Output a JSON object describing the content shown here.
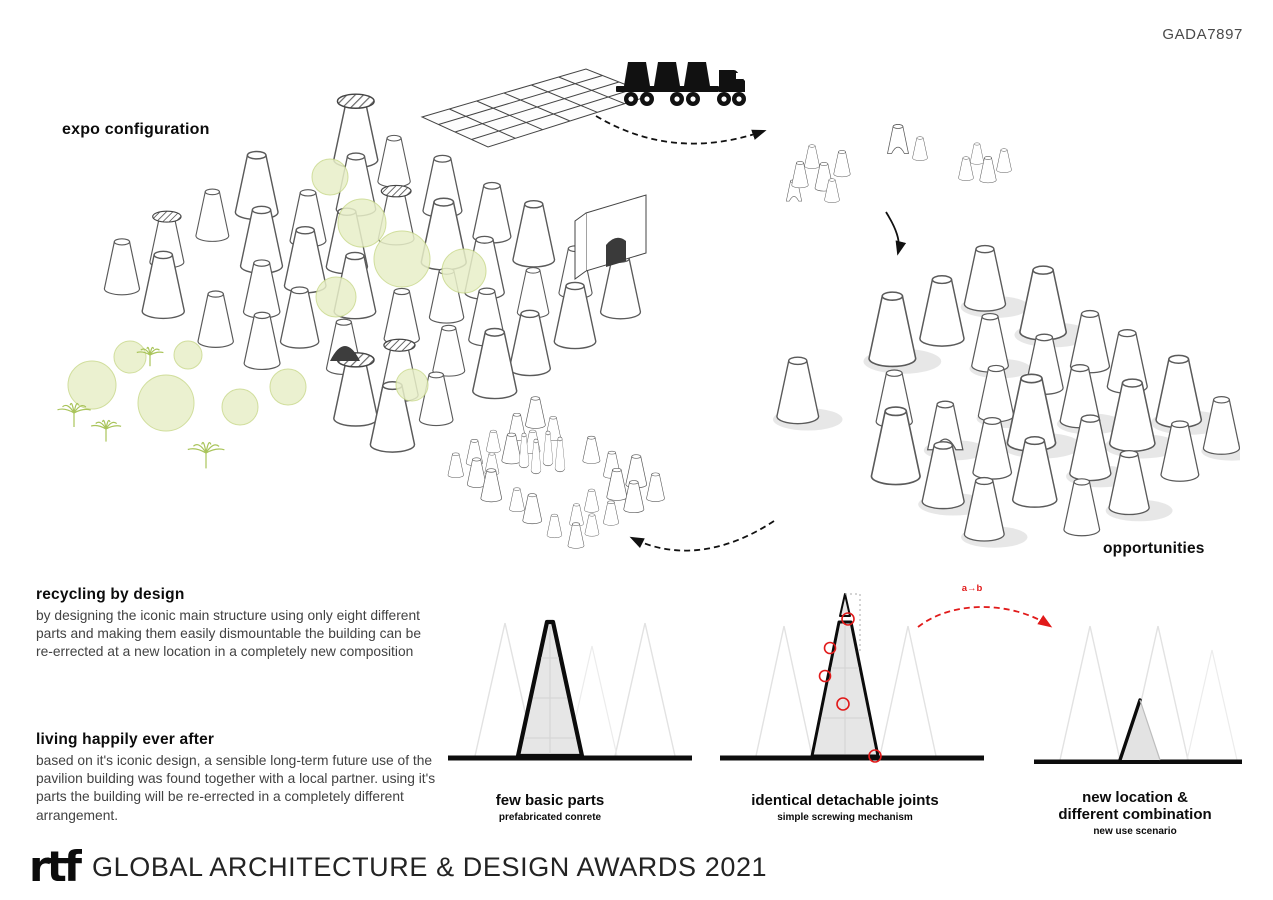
{
  "header": {
    "code": "GADA7897"
  },
  "diagram_labels": {
    "expo": "expo configuration",
    "opportunities": "opportunities",
    "ab_annotation": "a→b"
  },
  "text_sections": [
    {
      "title": "recycling by design",
      "body": "by designing the iconic main structure using only eight different parts and making them easily dismountable the building can be re-errected at a new location in a completely new composition"
    },
    {
      "title": "living happily ever after",
      "body": "based on it's iconic design, a sensible long-term future use of the pavilion building was found together with a local partner. using it's parts the building will be re-errected in a completely different arrangement."
    }
  ],
  "process_steps": [
    {
      "title": "few basic parts",
      "subtitle": "prefabricated conrete"
    },
    {
      "title": "identical detachable joints",
      "subtitle": "simple screwing mechanism"
    },
    {
      "title": "new location &\ndifferent combination",
      "subtitle": "new use scenario"
    }
  ],
  "footer": {
    "logo": "rtf",
    "title": "GLOBAL ARCHITECTURE & DESIGN AWARDS 2021"
  },
  "colors": {
    "accent_red": "#e11a1a",
    "tree_green": "#e8efc8",
    "ink": "#111111"
  }
}
